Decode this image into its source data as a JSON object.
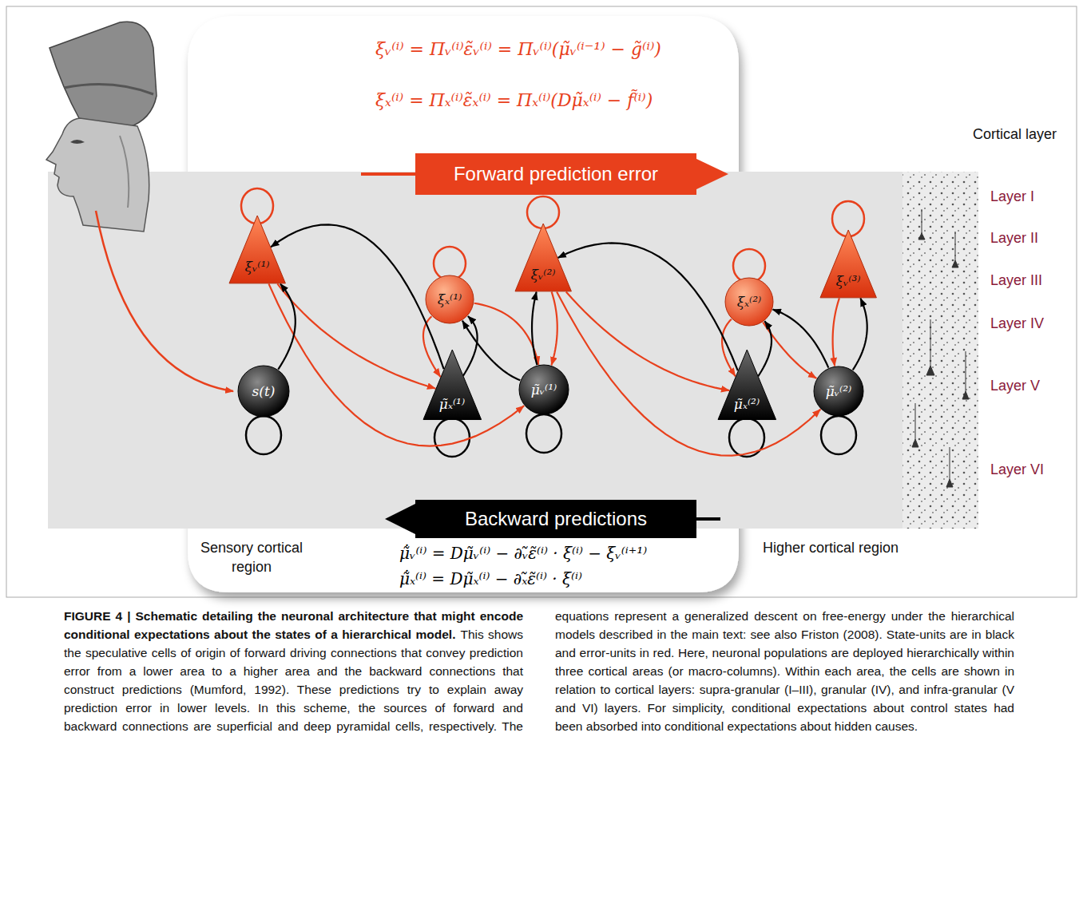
{
  "diagram": {
    "title": "FIGURE 4 | Schematic detailing the neuronal architecture that might encode conditional expectations about the states of a hierarchical model.",
    "caption": "This shows the speculative cells of origin of forward driving connections that convey prediction error from a lower area to a higher area and the backward connections that construct predictions (Mumford, 1992). These predictions try to explain away prediction error in lower levels. In this scheme, the sources of forward and backward connections are superficial and deep pyramidal cells, respectively. The equations represent a generalized descent on free-energy under the hierarchical models described in the main text: see also Friston (2008). State-units are in black and error-units in red. Here, neuronal populations are deployed hierarchically within three cortical areas (or macro-columns). Within each area, the cells are shown in relation to cortical layers: supra-granular (I–III), granular (IV), and infra-granular (V and VI) layers. For simplicity, conditional expectations about control states had been absorbed into conditional expectations about hidden causes.",
    "nodes": [
      {
        "text": [
          "Forward prediction error"
        ]
      },
      {
        "text": [
          "ξᵥ⁽¹⁾"
        ]
      },
      {
        "text": [
          "ξₓ⁽¹⁾"
        ]
      },
      {
        "text": [
          "ξᵥ⁽²⁾"
        ]
      },
      {
        "text": [
          "ξₓ⁽²⁾"
        ]
      },
      {
        "text": [
          "ξᵥ⁽³⁾"
        ]
      },
      {
        "text": [
          "s(t)"
        ]
      },
      {
        "text": [
          "μ̃ₓ⁽¹⁾"
        ]
      },
      {
        "text": [
          "μ̃ᵥ⁽¹⁾"
        ]
      },
      {
        "text": [
          "μ̃ₓ⁽²⁾"
        ]
      },
      {
        "text": [
          "μ̃ᵥ⁽²⁾"
        ]
      },
      {
        "text": [
          "Backward predictions"
        ]
      }
    ],
    "edges": [
      {
        "from": 1,
        "to": 7,
        "arrow": "to"
      },
      {
        "from": 1,
        "to": 8,
        "arrow": "to"
      },
      {
        "from": 2,
        "to": 7,
        "arrow": "to"
      },
      {
        "from": 2,
        "to": 8,
        "arrow": "to"
      },
      {
        "from": 3,
        "to": 8,
        "arrow": "to"
      },
      {
        "from": 3,
        "to": 9,
        "arrow": "to"
      },
      {
        "from": 3,
        "to": 10,
        "arrow": "to"
      },
      {
        "from": 4,
        "to": 9,
        "arrow": "to"
      },
      {
        "from": 4,
        "to": 10,
        "arrow": "to"
      },
      {
        "from": 5,
        "to": 10,
        "arrow": "to"
      },
      {
        "from": 6,
        "to": 1,
        "arrow": "to"
      },
      {
        "from": 7,
        "to": 1,
        "arrow": "to"
      },
      {
        "from": 7,
        "to": 2,
        "arrow": "to"
      },
      {
        "from": 8,
        "to": 2,
        "arrow": "to"
      },
      {
        "from": 8,
        "to": 3,
        "arrow": "to"
      },
      {
        "from": 9,
        "to": 3,
        "arrow": "to"
      },
      {
        "from": 9,
        "to": 4,
        "arrow": "to"
      },
      {
        "from": 10,
        "to": 4,
        "arrow": "to"
      },
      {
        "from": 10,
        "to": 5,
        "arrow": "to"
      }
    ],
    "labels": [
      "ξᵥ⁽ⁱ⁾ = Πᵥ⁽ⁱ⁾ε̃ᵥ⁽ⁱ⁾ = Πᵥ⁽ⁱ⁾(μ̃ᵥ⁽ⁱ⁻¹⁾ − g̃⁽ⁱ⁾)",
      "ξₓ⁽ⁱ⁾ = Πₓ⁽ⁱ⁾ε̃ₓ⁽ⁱ⁾ = Πₓ⁽ⁱ⁾(Dμ̃ₓ⁽ⁱ⁾ − f̃⁽ⁱ⁾)",
      "Cortical layer",
      "Layer I",
      "Layer II",
      "Layer III",
      "Layer IV",
      "Layer V",
      "Layer VI",
      "Sensory cortical region",
      "Higher cortical region",
      "μ̃̇ᵥ⁽ⁱ⁾ = Dμ̃ᵥ⁽ⁱ⁾ − ∂ᵥ̃ε̃⁽ⁱ⁾ · ξ⁽ⁱ⁾ − ξᵥ⁽ⁱ⁺¹⁾",
      "μ̃̇ₓ⁽ⁱ⁾ = Dμ̃ₓ⁽ⁱ⁾ − ∂ₓ̃ε̃⁽ⁱ⁾ · ξ⁽ⁱ⁾"
    ]
  }
}
